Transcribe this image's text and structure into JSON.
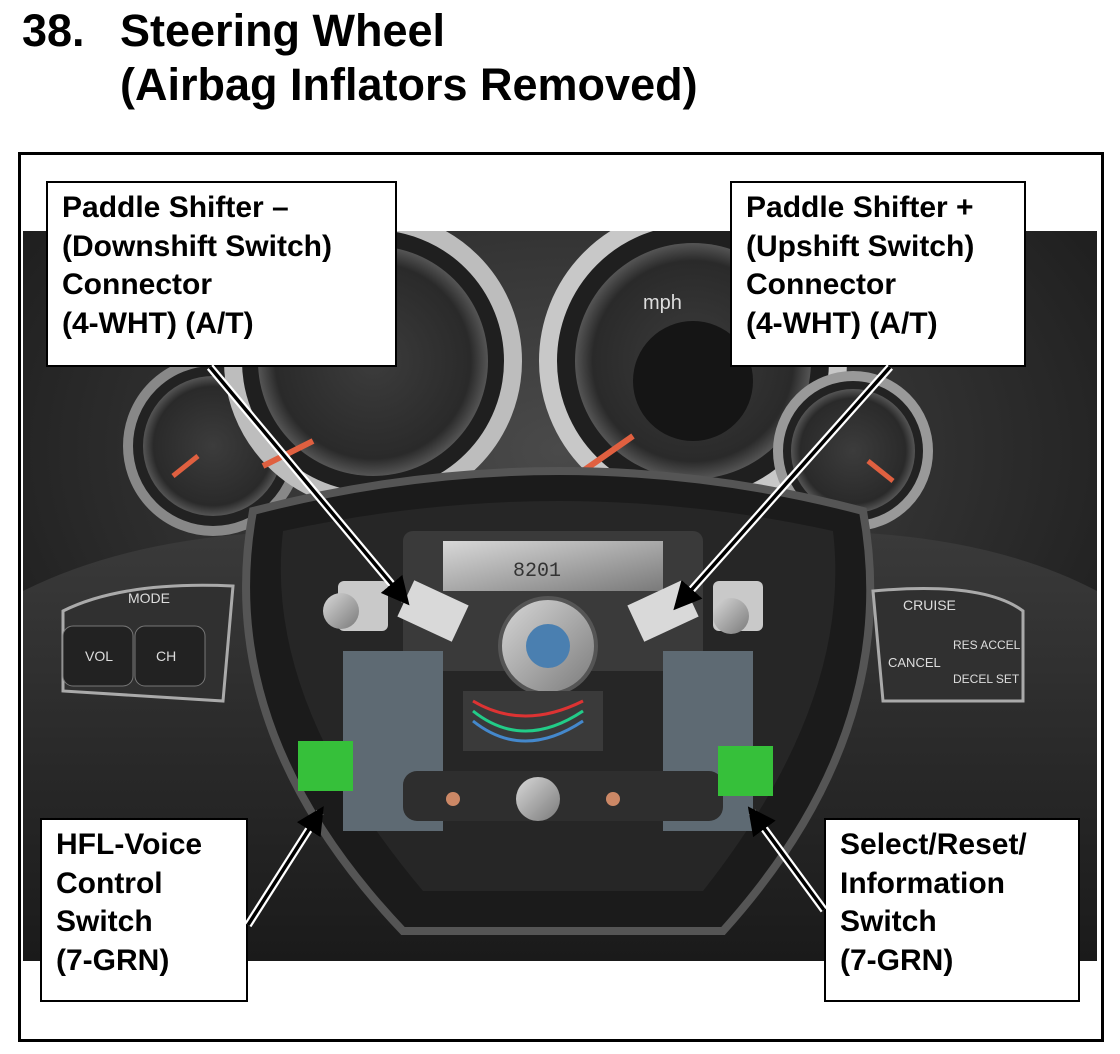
{
  "title": {
    "number": "38.",
    "line1": "Steering Wheel",
    "line2": "(Airbag Inflators Removed)"
  },
  "photo_labels": {
    "mode": "MODE",
    "vol": "VOL",
    "ch": "CH",
    "cruise": "CRUISE",
    "cancel": "CANCEL",
    "res_accel": "RES ACCEL",
    "decel_set": "DECEL SET",
    "part_number": "8201",
    "mph": "mph"
  },
  "callouts": {
    "paddle_minus": [
      "Paddle Shifter –",
      "(Downshift Switch)",
      "Connector",
      "(4-WHT) (A/T)"
    ],
    "paddle_plus": [
      "Paddle Shifter +",
      "(Upshift Switch)",
      "Connector",
      "(4-WHT) (A/T)"
    ],
    "hfl_voice": [
      "HFL-Voice",
      "Control",
      "Switch",
      "(7-GRN)"
    ],
    "select_reset": [
      "Select/Reset/",
      "Information",
      "Switch",
      "(7-GRN)"
    ]
  }
}
